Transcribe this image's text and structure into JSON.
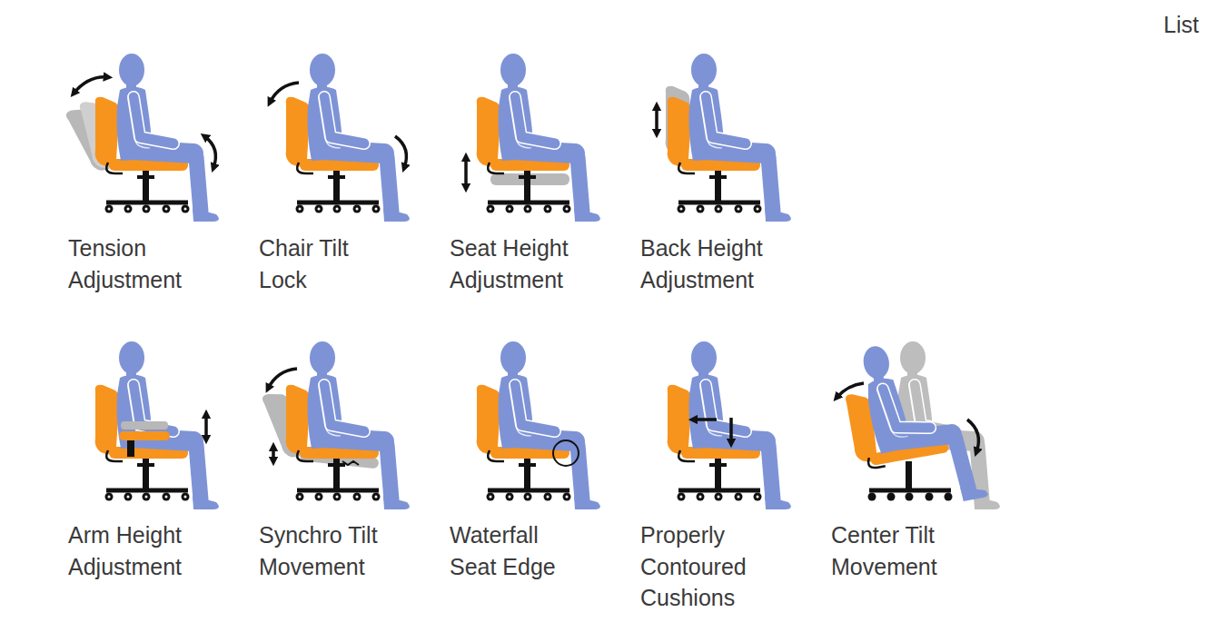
{
  "diagram": {
    "labels": [
      "List",
      "Tension Adjustment",
      "Chair Tilt Lock",
      "Seat Height Adjustment",
      "Back Height Adjustment",
      "Arm Height Adjustment",
      "Synchro Tilt Movement",
      "Waterfall Seat Edge",
      "Properly Contoured Cushions",
      "Center Tilt Movement"
    ]
  }
}
